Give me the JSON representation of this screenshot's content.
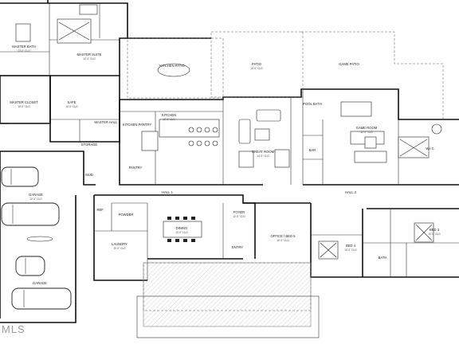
{
  "watermark": "MLS",
  "rooms": {
    "master_bath": "MASTER BATH",
    "master_suite": "MASTER SUITE",
    "master_closet": "MASTER CLOSET",
    "safe": "SAFE",
    "master_hall": "MASTER HALL",
    "storage": "STORAGE",
    "garage_top": "GARAGE",
    "garage_bottom": "GARAGE",
    "kitchen_patio": "KITCHEN PATIO",
    "patio": "PATIO",
    "game_patio": "GAME PATIO",
    "kitchen": "KITCHEN",
    "kitchen_pantry": "KITCHEN PANTRY",
    "pantry": "PANTRY",
    "great_room": "GREAT ROOM",
    "game_room": "GAME ROOM",
    "pool_bath": "POOL BATH",
    "bar": "BAR",
    "wic": "W.I.C.",
    "powder": "POWDER",
    "laundry": "LAUNDRY",
    "dining": "DINING",
    "foyer": "FOYER",
    "entry": "ENTRY",
    "office_bed5": "OFFICE / BED 5",
    "bed4": "BED 4",
    "bed3": "BED 3",
    "bath": "BATH",
    "hall1": "HALL 1",
    "hall2": "HALL 2",
    "mud": "MUD",
    "ref": "REF."
  },
  "dims": {
    "master_bath": "13'-0\" CLG",
    "master_suite": "12'-0\" CLG",
    "master_closet": "10'-0\" CLG",
    "safe": "10'-0\" CLG",
    "garage": "12'-0\" CLG",
    "kitchen": "12'-0\" CLG",
    "great_room": "14'-0\" CLG",
    "game_room": "12'-0\" CLG",
    "dining": "12'-0\" CLG",
    "patio": "10'-0\" CLG",
    "office_bed5": "10'-0\" CLG",
    "bed4": "10'-0\" CLG",
    "bed3": "10'-0\" CLG",
    "laundry": "10'-0\" CLG",
    "foyer": "12'-0\" CLG"
  }
}
